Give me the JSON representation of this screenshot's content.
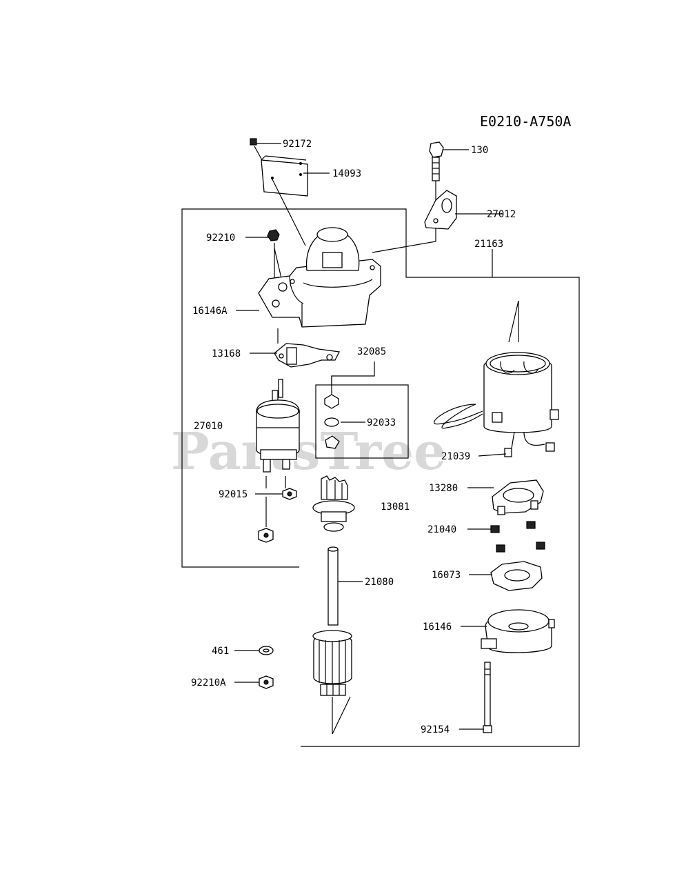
{
  "diagram_code": "E0210-A750A",
  "watermark": "PartsTree",
  "watermark_tm": "TM",
  "parts": {
    "p92172": "92172",
    "p14093": "14093",
    "p130": "130",
    "p27012": "27012",
    "p92210": "92210",
    "p21163": "21163",
    "p16146A": "16146A",
    "p13168": "13168",
    "p32085": "32085",
    "p27010": "27010",
    "p92033": "92033",
    "p21039": "21039",
    "p13280": "13280",
    "p92015": "92015",
    "p13081": "13081",
    "p21040": "21040",
    "p16073": "16073",
    "p21080": "21080",
    "p16146": "16146",
    "p461": "461",
    "p92210A": "92210A",
    "p92154": "92154"
  }
}
